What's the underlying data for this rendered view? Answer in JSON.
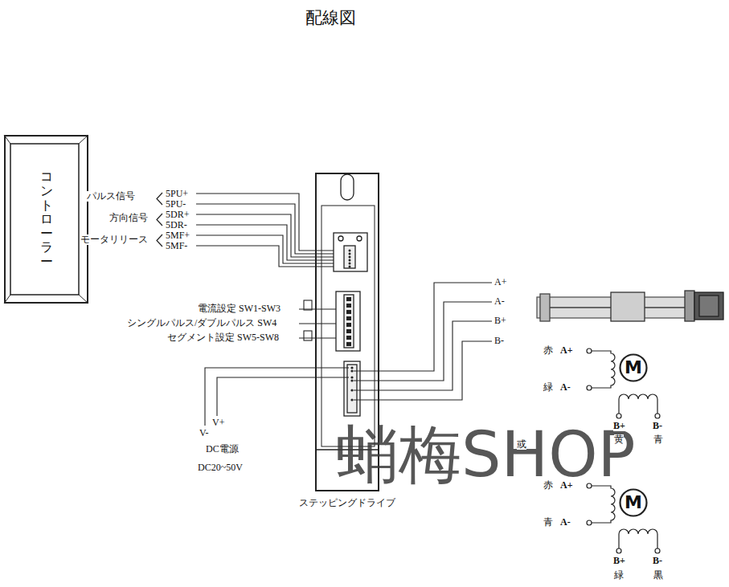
{
  "diagram": {
    "title": "配線図",
    "nodes": [
      {
        "text": [
          "コントローラー"
        ]
      },
      {
        "text": [
          "ステッピングドライブ"
        ]
      },
      {
        "text": [
          "M"
        ]
      },
      {
        "text": [
          "M"
        ]
      }
    ],
    "labels": [
      "パルス信号",
      "5PU+",
      "5PU-",
      "方向信号",
      "5DR+",
      "5DR-",
      "モータリリース",
      "5MF+",
      "5MF-",
      "電流設定 SW1-SW3",
      "シングルパルス/ダブルパルス SW4",
      "セグメント設定 SW5-SW8",
      "A+",
      "A-",
      "B+",
      "B-",
      "V-",
      "V+",
      "DC電源",
      "DC20~50V",
      "赤",
      "A+",
      "緑",
      "A-",
      "B+",
      "B-",
      "黄",
      "青",
      "或",
      "赤",
      "A+",
      "青",
      "A-",
      "B+",
      "B-",
      "緑",
      "黒",
      "蛸梅SHOP"
    ]
  }
}
